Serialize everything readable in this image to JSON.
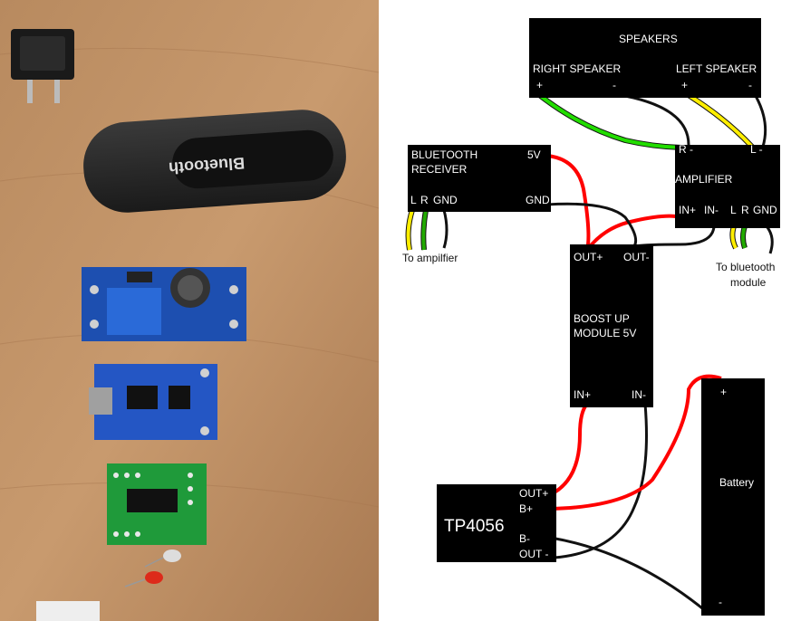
{
  "speakers": {
    "title": "SPEAKERS",
    "right_label": "RIGHT SPEAKER",
    "left_label": "LEFT SPEAKER",
    "right_plus": "+",
    "right_minus": "-",
    "left_plus": "+",
    "left_minus": "-"
  },
  "bluetooth_receiver": {
    "title_line1": "BLUETOOTH",
    "title_line2": "RECEIVER",
    "pin_5v": "5V",
    "pin_gnd_right": "GND",
    "pin_l": "L",
    "pin_r": "R",
    "pin_gnd": "GND",
    "note": "To ampilfier"
  },
  "amplifier": {
    "title": "AMPLIFIER",
    "pin_r": "R -",
    "pin_l": "L  -",
    "pin_in_plus": "IN+",
    "pin_in_minus": "IN-",
    "pin_l2": "L",
    "pin_r2": "R",
    "pin_gnd": "GND",
    "note_line1": "To bluetooth",
    "note_line2": "module"
  },
  "boost": {
    "out_plus": "OUT+",
    "out_minus": "OUT-",
    "title_line1": "BOOST UP",
    "title_line2": "MODULE 5V",
    "in_plus": "IN+",
    "in_minus": "IN-"
  },
  "tp4056": {
    "title": "TP4056",
    "out_plus": "OUT+",
    "b_plus": "B+",
    "b_minus": "B-",
    "out_minus": "OUT -"
  },
  "battery": {
    "title": "Battery",
    "plus": "+",
    "minus": "-"
  },
  "colors": {
    "red_wire": "#ff0000",
    "black_wire": "#111111",
    "green_wire": "#22dd00",
    "yellow_wire": "#ffee00",
    "module_fill": "#000000"
  }
}
